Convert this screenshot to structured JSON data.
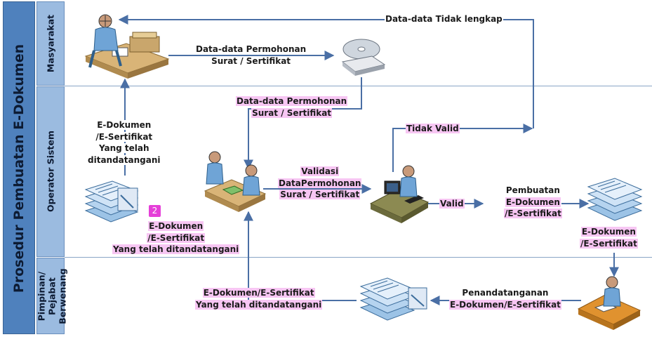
{
  "title": "Prosedur Pembuatan E-Dokumen",
  "lanes": [
    {
      "label_lines": [
        "Masyarakat"
      ]
    },
    {
      "label_lines": [
        "Operator Sistem"
      ]
    },
    {
      "label_lines": [
        "Pimpinan/",
        "Pejabat",
        "Berwenang"
      ]
    }
  ],
  "labels": {
    "data_tidak_lengkap": "Data-data Tidak lengkap",
    "permohonan_top": [
      "Data-data Permohonan",
      "Surat / Sertifikat"
    ],
    "permohonan_mid": [
      "Data-data Permohonan",
      "Surat / Sertifikat"
    ],
    "edok_signed_left": [
      "E-Dokumen",
      "/E-Sertifikat",
      "Yang telah",
      "ditandatangani"
    ],
    "edok_signed_mid": [
      "E-Dokumen",
      "/E-Sertifikat",
      "Yang telah ditandatangani"
    ],
    "validasi": [
      "Validasi",
      "DataPermohonan",
      "Surat / Sertifikat"
    ],
    "tidak_valid": "Tidak Valid",
    "valid": "Valid",
    "pembuatan": [
      "Pembuatan",
      "E-Dokumen",
      "/E-Sertifikat"
    ],
    "edok_right": [
      "E-Dokumen",
      "/E-Sertifikat"
    ],
    "penandatanganan": [
      "Penandatanganan",
      "E-Dokumen/E-Sertifikat"
    ],
    "edok_signed_bottom": [
      "E-Dokumen/E-Sertifikat",
      "Yang telah ditandatangani"
    ]
  },
  "badge": "2",
  "icons": [
    "citizen-desk-icon",
    "cd-drive-icon",
    "signed-documents-icon",
    "meeting-table-icon",
    "computer-workstation-icon",
    "documents-stack-icon",
    "documents-with-pen-icon",
    "signing-desk-icon"
  ],
  "colors": {
    "title_band": "#4f81bd",
    "lane_band": "#9bbbe0",
    "arrow": "#4a6fa5",
    "highlight": "#f7c6f3",
    "badge": "#e53fd8"
  }
}
